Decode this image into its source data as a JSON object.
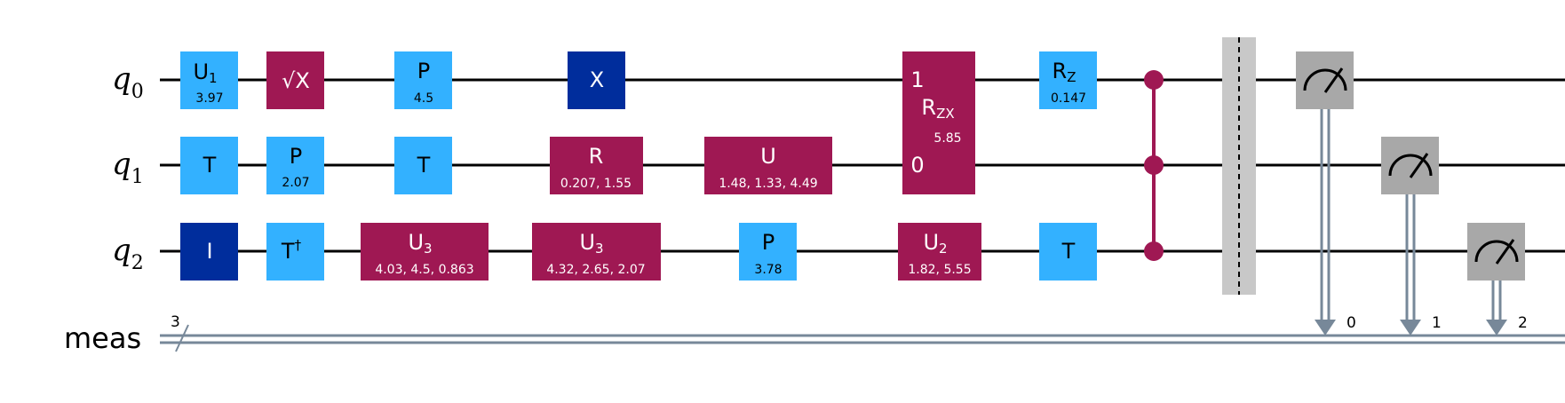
{
  "qubits": [
    {
      "label": "q",
      "sub": "0"
    },
    {
      "label": "q",
      "sub": "1"
    },
    {
      "label": "q",
      "sub": "2"
    }
  ],
  "classical": {
    "label": "meas",
    "size": "3",
    "bits": [
      "0",
      "1",
      "2"
    ]
  },
  "colors": {
    "light_gate": "#33b1ff",
    "dark_blue_gate": "#002d9c",
    "magenta_gate": "#9f1853",
    "measure_gate": "#a8a8a8",
    "barrier": "#c8c8c8",
    "classical_wire": "#778899"
  },
  "gates": {
    "g1": {
      "name": "U",
      "sub": "1",
      "param": "3.97"
    },
    "g2": {
      "name": "T"
    },
    "g3": {
      "name": "I"
    },
    "g4": {
      "name": "√X"
    },
    "g5": {
      "name": "P",
      "param": "2.07"
    },
    "g6": {
      "name": "T",
      "sup": "†"
    },
    "g7": {
      "name": "P",
      "param": "4.5"
    },
    "g8": {
      "name": "T"
    },
    "g9": {
      "name": "U",
      "sub": "3",
      "param": "4.03, 4.5, 0.863"
    },
    "g10": {
      "name": "X"
    },
    "g11": {
      "name": "R",
      "param": "0.207, 1.55"
    },
    "g12": {
      "name": "U",
      "sub": "3",
      "param": "4.32, 2.65, 2.07"
    },
    "g13": {
      "name": "U",
      "param": "1.48, 1.33, 4.49"
    },
    "g14": {
      "name": "P",
      "param": "3.78"
    },
    "g15": {
      "name": "R",
      "sub": "ZX",
      "param": "5.85",
      "top_port": "1",
      "bottom_port": "0"
    },
    "g16": {
      "name": "U",
      "sub": "2",
      "param": "1.82, 5.55"
    },
    "g17": {
      "name": "R",
      "sub": "Z",
      "param": "0.147"
    },
    "g18": {
      "name": "T"
    }
  }
}
